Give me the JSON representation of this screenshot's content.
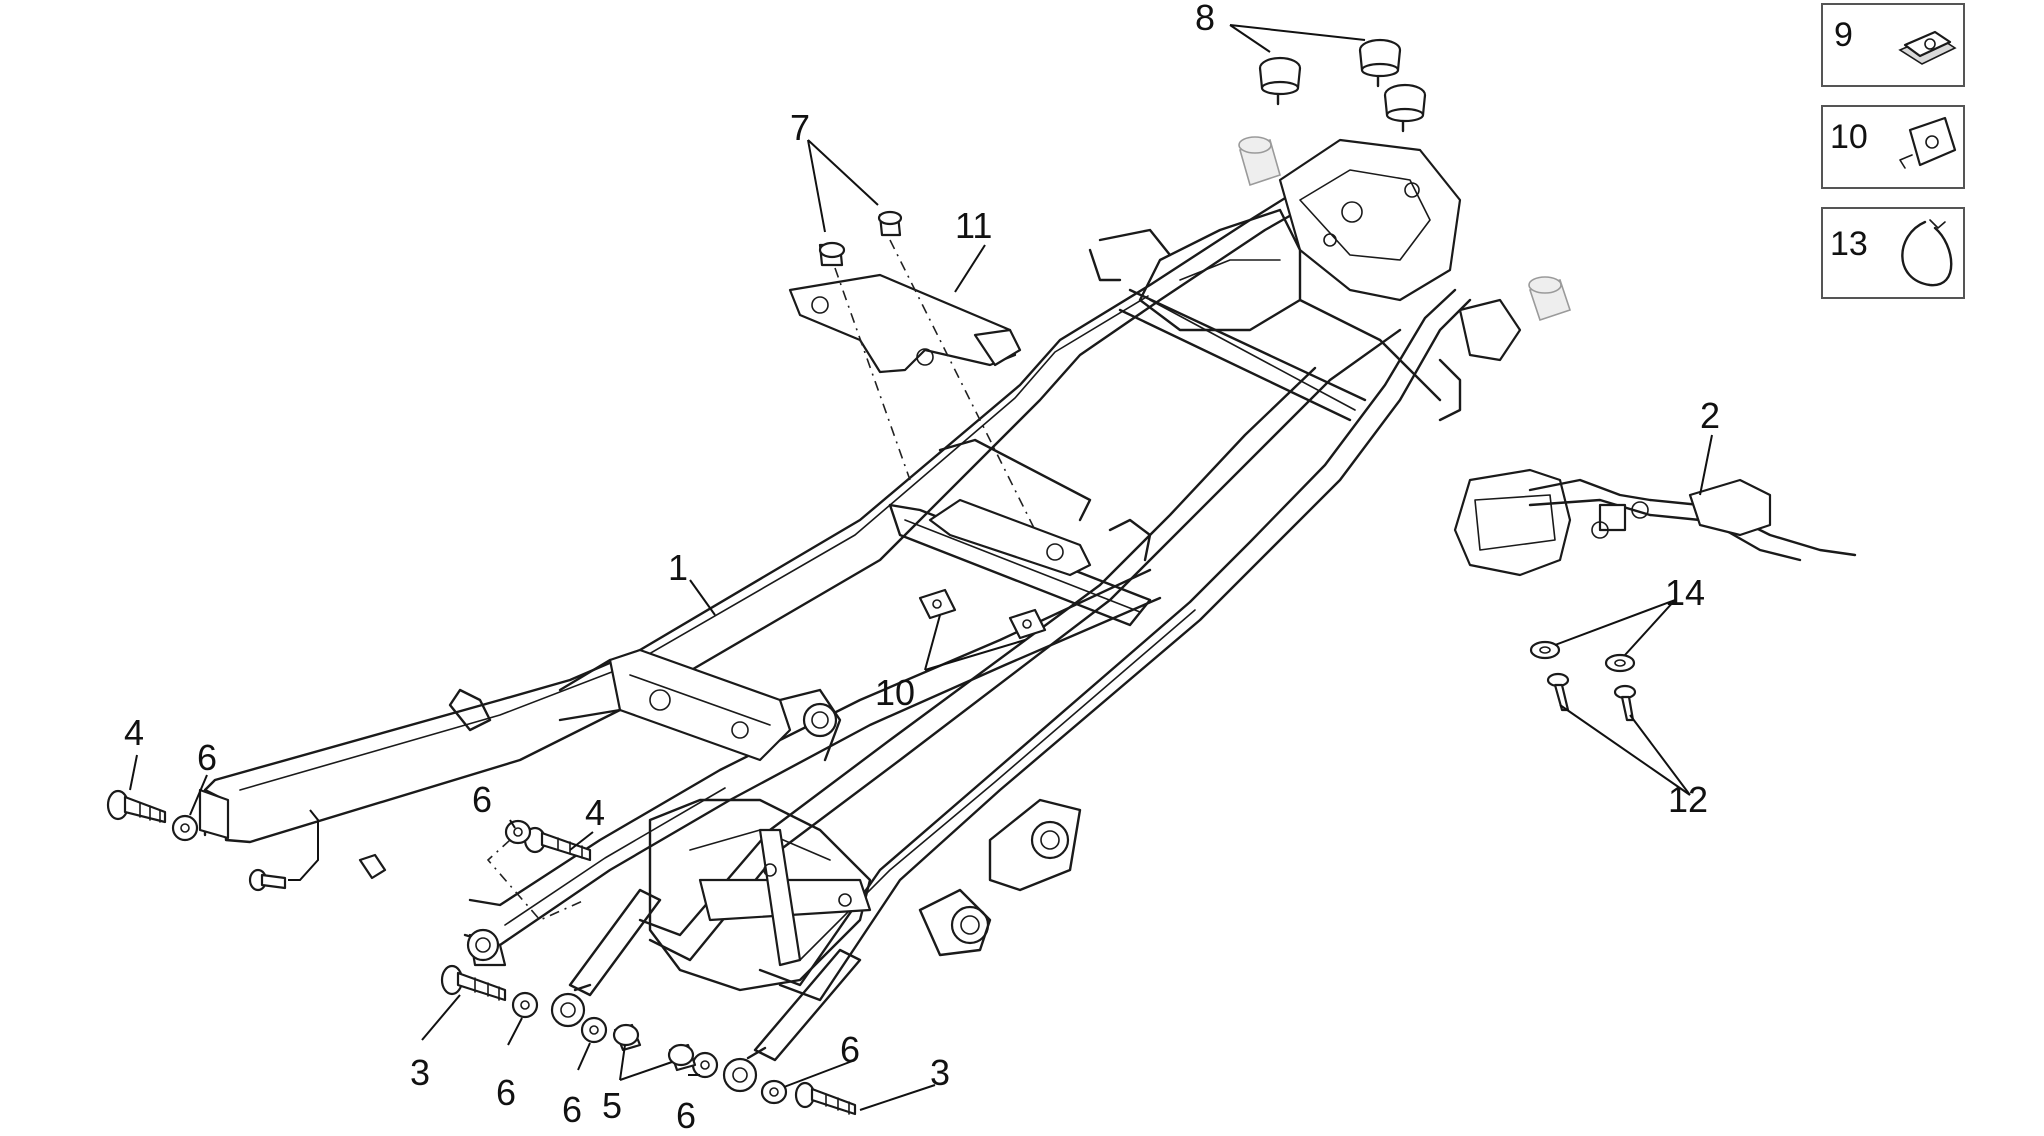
{
  "callouts": [
    {
      "id": "c1",
      "text": "1"
    },
    {
      "id": "c2",
      "text": "2"
    },
    {
      "id": "c3a",
      "text": "3"
    },
    {
      "id": "c3b",
      "text": "3"
    },
    {
      "id": "c4a",
      "text": "4"
    },
    {
      "id": "c4b",
      "text": "4"
    },
    {
      "id": "c5",
      "text": "5"
    },
    {
      "id": "c6a",
      "text": "6"
    },
    {
      "id": "c6b",
      "text": "6"
    },
    {
      "id": "c6c",
      "text": "6"
    },
    {
      "id": "c6d",
      "text": "6"
    },
    {
      "id": "c6e",
      "text": "6"
    },
    {
      "id": "c6f",
      "text": "6"
    },
    {
      "id": "c7",
      "text": "7"
    },
    {
      "id": "c8",
      "text": "8"
    },
    {
      "id": "c10",
      "text": "10"
    },
    {
      "id": "c11",
      "text": "11"
    },
    {
      "id": "c12",
      "text": "12"
    },
    {
      "id": "c14",
      "text": "14"
    }
  ],
  "inset_boxes": [
    {
      "label": "9",
      "icon": "clip-nut-icon"
    },
    {
      "label": "10",
      "icon": "spring-clip-icon"
    },
    {
      "label": "13",
      "icon": "hose-clamp-icon"
    }
  ]
}
